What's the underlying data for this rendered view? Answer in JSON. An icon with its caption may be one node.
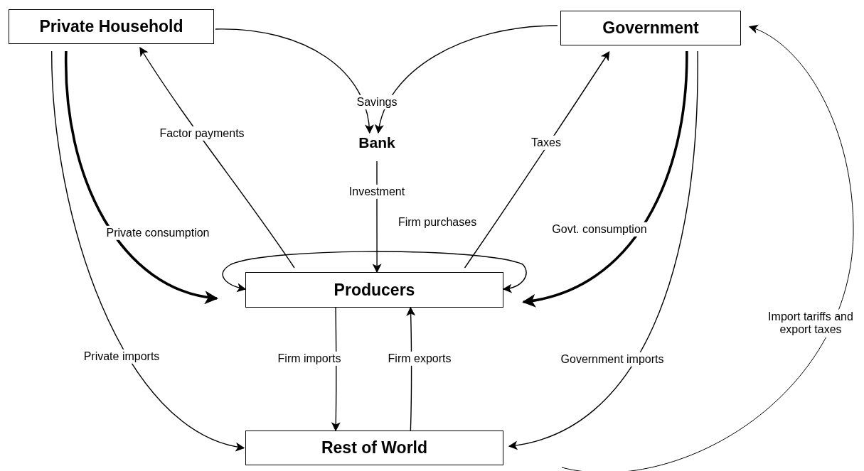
{
  "diagram": {
    "nodes": [
      {
        "text": [
          "Private Household"
        ]
      },
      {
        "text": [
          "Government"
        ]
      },
      {
        "text": [
          "Bank"
        ]
      },
      {
        "text": [
          "Producers"
        ]
      },
      {
        "text": [
          "Rest of World"
        ]
      }
    ],
    "edges": [
      {
        "from": 0,
        "to": 2,
        "arrow": "to",
        "label": "Savings"
      },
      {
        "from": 1,
        "to": 2,
        "arrow": "to"
      },
      {
        "from": 2,
        "to": 3,
        "arrow": "to",
        "label": "Investment"
      },
      {
        "from": 3,
        "to": 0,
        "arrow": "to",
        "label": "Factor payments"
      },
      {
        "from": 3,
        "to": 3,
        "arrow": "both",
        "label": "Firm purchases"
      },
      {
        "from": 3,
        "to": 1,
        "arrow": "to",
        "label": "Taxes"
      },
      {
        "from": 0,
        "to": 3,
        "arrow": "to",
        "label": "Private consumption",
        "style": "thick"
      },
      {
        "from": 1,
        "to": 3,
        "arrow": "to",
        "label": "Govt. consumption",
        "style": "thick"
      },
      {
        "from": 0,
        "to": 4,
        "arrow": "to",
        "label": "Private imports"
      },
      {
        "from": 1,
        "to": 4,
        "arrow": "to",
        "label": "Government imports"
      },
      {
        "from": 3,
        "to": 4,
        "arrow": "to",
        "label": "Firm imports"
      },
      {
        "from": 4,
        "to": 3,
        "arrow": "to",
        "label": "Firm exports"
      },
      {
        "from": 4,
        "to": 1,
        "arrow": "to",
        "label": "Import tariffs and export taxes"
      }
    ]
  }
}
